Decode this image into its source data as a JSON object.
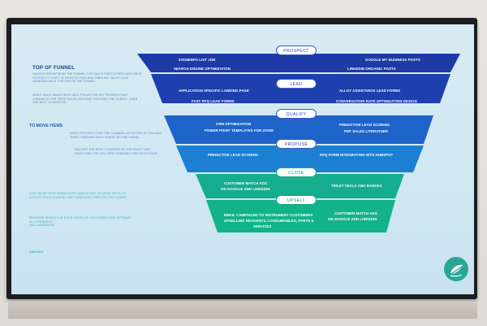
{
  "colors": {
    "blue_dark": "#1f3ca8",
    "blue_mid": "#1e63c9",
    "blue_light": "#1f8ed6",
    "green": "#12b38a",
    "screen_bg": "#d4eaf3"
  },
  "left_panel": {
    "title": "TOP OF FUNNEL",
    "para1": [
      "SALES IS REDEFINING THE FUNNEL TOP SALES EXECUTIVES HAVE BEEN",
      "FORCED TO SHIFT IN PROSPECTING AND INBOUND SALES LEAD",
      "GENERATION AT THE TOP OF THE FUNNEL"
    ],
    "para2": [
      "WHILE EACH SALES REPS WILL FOCUS THE KEY PROSPECTING",
      "CHANNELS FOR THEIR SALES REGIONS THROUGH THE FUNNEL OVER",
      "THE NEXT 12 MONTHS"
    ],
    "subtitle": "TO MOVE ITEMS",
    "para3": [
      "MOVE PROSPECTS BY THE CHANNEL ACTIVITIES BY MOVING",
      "THEM THROUGH EACH STAGE OF THE FUNNEL"
    ],
    "para4": [
      "DELIVER THE RIGHT CONTENT AT THE RIGHT TIME",
      "SELECTING THE DELIVERY CHANNEL FOR EACH STAGE"
    ],
    "para5": [
      "OUR SALES TEAM WORKS WITH MARKETING TO DRIVE RESULTS",
      "ACROSS EACH CHANNEL AND CAMPAIGN THROUGH THE FUNNEL"
    ],
    "para6": [
      "MEASURE RESULTS AT EACH STAGE OF THE FUNNEL AND OPTIMIZE",
      "ALL CHANNELS",
      "AND CAMPAIGNS"
    ],
    "footer": "AMAZING"
  },
  "funnel": {
    "stages": [
      {
        "label": "PROSPECT",
        "items": [
          "ZOOMINFO  LIST JOB",
          "SEARCH ENGINE OPTIMIZATION",
          "GOOGLE MY BUSINESS POSTS",
          "LINKEDIN ORGANIC POSTS"
        ]
      },
      {
        "label": "LEAD",
        "items": [
          "APPLICATION SPECIFIC LANDING PAGE",
          "FAST RFQ LEAD FORMS",
          "ALLOY ASSISTANCE LEAD FORMS",
          "CONVERSATION RATE OPTIMIZATION DESIGN"
        ]
      },
      {
        "label": "QUALIFY",
        "items": [
          "CRM OPTIMIZATION",
          "POWER POINT TEMPLATES FOR ZOOM",
          "PREDICTIVE LEAD SCORING",
          "PDF SALES LITERATURE"
        ]
      },
      {
        "label": "PROPOSE",
        "items": [
          "PREDICTIVE LEAD SCORING",
          "RFQ FORM INTEGRATION INTO HUBSPOT"
        ]
      },
      {
        "label": "CLOSE",
        "items": [
          "CUSTOMER MATCH  ADS",
          "ON GOOGLE AND LINKEDIN",
          "TRILET SEALS AND BADGES"
        ]
      },
      {
        "label": "UPSELL",
        "items": [
          "EMAIL CAMPAIGNS TO INSTRUMENT CUSTOMERS",
          "UPSELLING REAGENTS, CONSUMABLES, PARTS &",
          "SERVICES",
          "CUSTOMER MATCH  ADS",
          "ON GOOGLE AND LINKEDIN"
        ]
      }
    ]
  },
  "logo_icon": "leaf-logo-icon"
}
